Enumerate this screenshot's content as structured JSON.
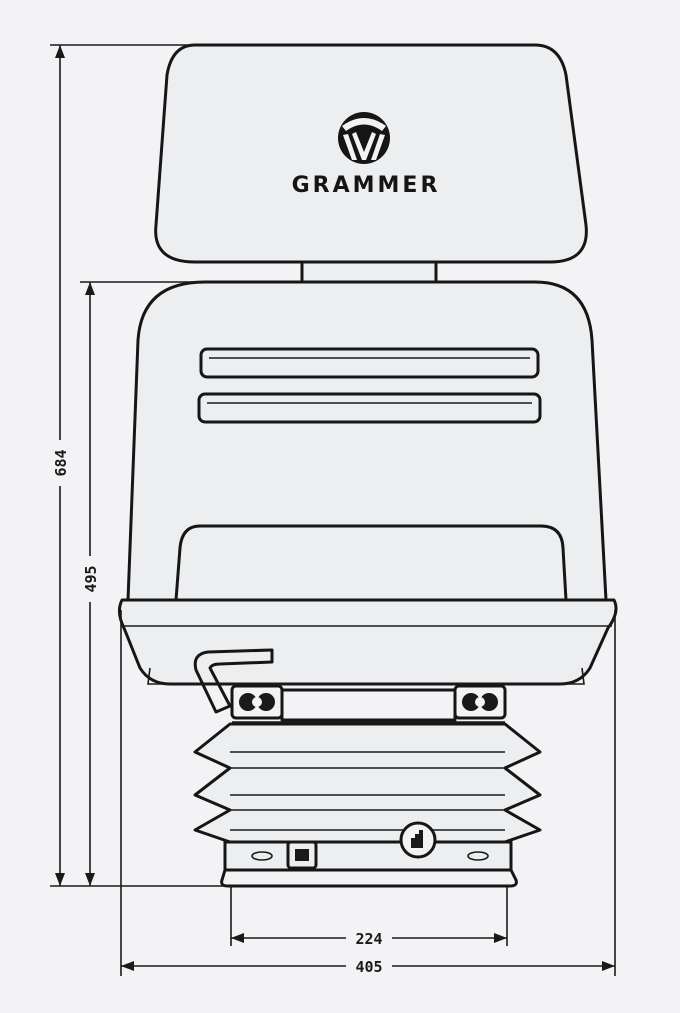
{
  "brand": {
    "name": "GRAMMER"
  },
  "dimensions": {
    "total_height": "684",
    "backrest_height": "495",
    "base_width": "224",
    "overall_width": "405"
  }
}
